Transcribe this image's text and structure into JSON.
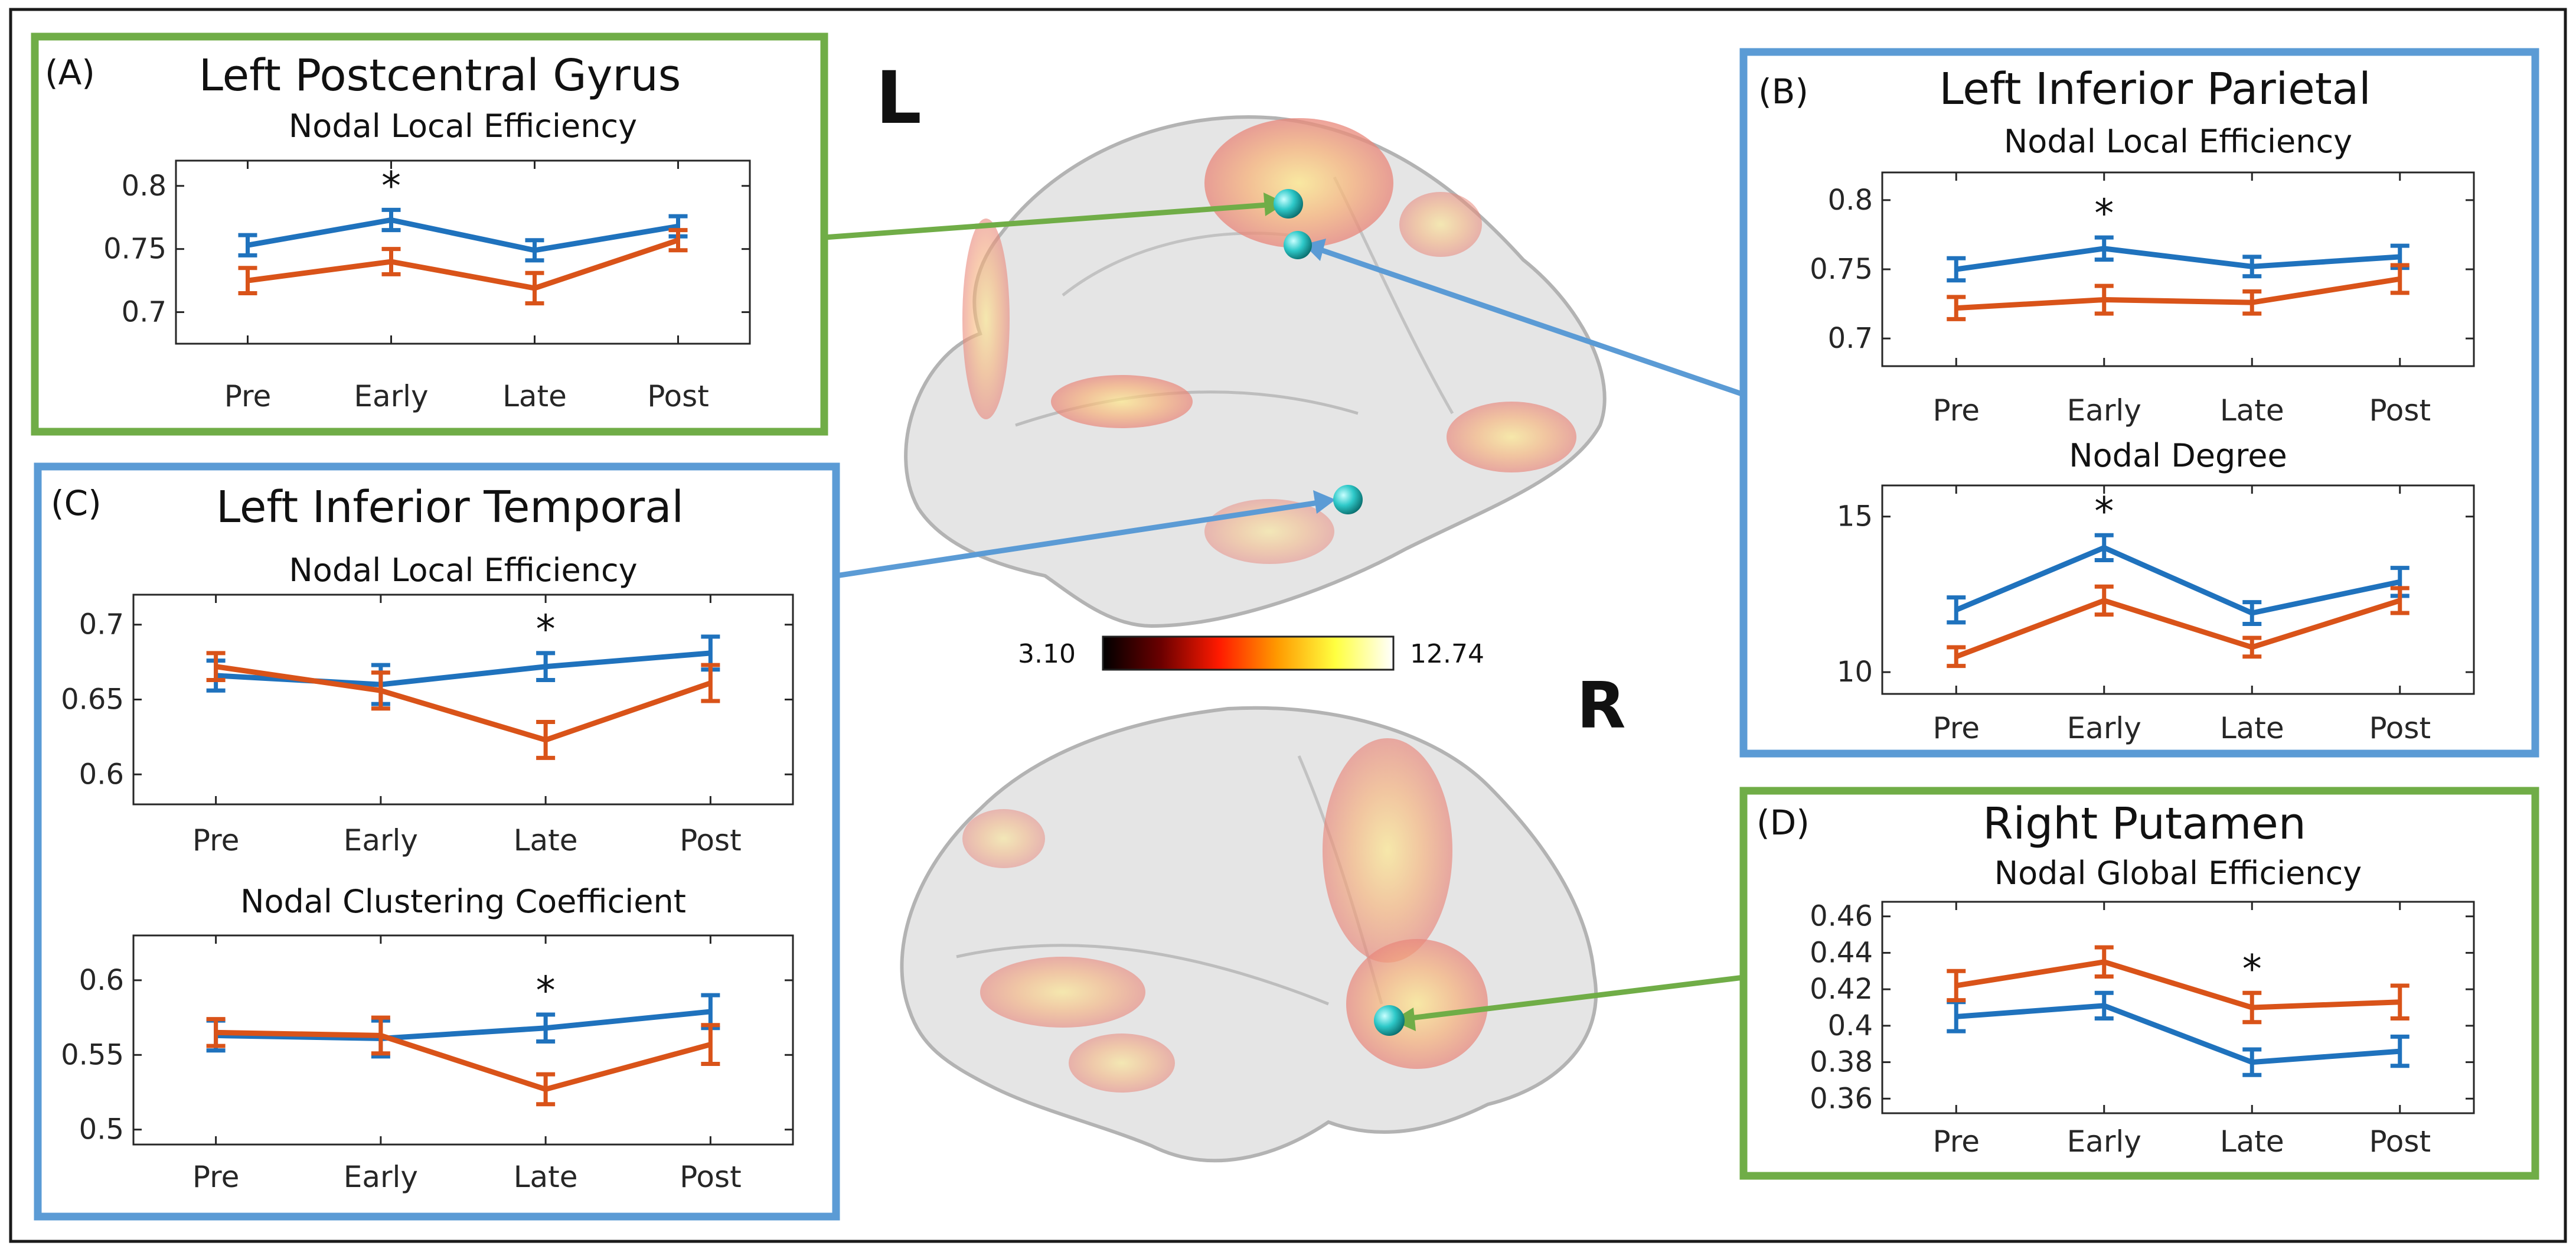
{
  "figure": {
    "hemi_left": "L",
    "hemi_right": "R",
    "colorbar": {
      "min_label": "3.10",
      "max_label": "12.74",
      "colormap": [
        "#000000",
        "#6b0000",
        "#ff1a00",
        "#ff9a00",
        "#ffff40",
        "#ffffff"
      ]
    }
  },
  "colors": {
    "blue": "#1f72bd",
    "orange": "#d95319",
    "green_box": "#70ad47",
    "blue_box": "#5b9bd5",
    "node": "#2ec9c9"
  },
  "chart_data": [
    {
      "panel": "(A)",
      "region": "Left Postcentral Gyrus",
      "title": "Nodal Local Efficiency",
      "type": "line",
      "categories": [
        "Pre",
        "Early",
        "Late",
        "Post"
      ],
      "ylim": [
        0.675,
        0.82
      ],
      "yticks": [
        0.7,
        0.75,
        0.8
      ],
      "ytick_labels": [
        "0.7",
        "0.75",
        "0.8"
      ],
      "significant": [
        "Early"
      ],
      "series": [
        {
          "color": "blue",
          "values": [
            0.753,
            0.773,
            0.749,
            0.768
          ],
          "errors": [
            0.008,
            0.008,
            0.008,
            0.008
          ]
        },
        {
          "color": "orange",
          "values": [
            0.725,
            0.74,
            0.719,
            0.757
          ],
          "errors": [
            0.01,
            0.01,
            0.012,
            0.008
          ]
        }
      ]
    },
    {
      "panel": "(B)",
      "region": "Left Inferior Parietal",
      "title": "Nodal Local Efficiency",
      "type": "line",
      "categories": [
        "Pre",
        "Early",
        "Late",
        "Post"
      ],
      "ylim": [
        0.68,
        0.82
      ],
      "yticks": [
        0.7,
        0.75,
        0.8
      ],
      "ytick_labels": [
        "0.7",
        "0.75",
        "0.8"
      ],
      "significant": [
        "Early"
      ],
      "series": [
        {
          "color": "blue",
          "values": [
            0.75,
            0.765,
            0.752,
            0.759
          ],
          "errors": [
            0.008,
            0.008,
            0.007,
            0.008
          ]
        },
        {
          "color": "orange",
          "values": [
            0.722,
            0.728,
            0.726,
            0.743
          ],
          "errors": [
            0.008,
            0.01,
            0.008,
            0.01
          ]
        }
      ]
    },
    {
      "title": "Nodal Degree",
      "type": "line",
      "categories": [
        "Pre",
        "Early",
        "Late",
        "Post"
      ],
      "ylim": [
        9.3,
        16.0
      ],
      "yticks": [
        10,
        15
      ],
      "ytick_labels": [
        "10",
        "15"
      ],
      "significant": [
        "Early"
      ],
      "series": [
        {
          "color": "blue",
          "values": [
            12.0,
            14.0,
            11.9,
            12.9
          ],
          "errors": [
            0.4,
            0.4,
            0.35,
            0.45
          ]
        },
        {
          "color": "orange",
          "values": [
            10.5,
            12.3,
            10.8,
            12.3
          ],
          "errors": [
            0.3,
            0.45,
            0.3,
            0.4
          ]
        }
      ]
    },
    {
      "panel": "(C)",
      "region": "Left Inferior Temporal",
      "title": "Nodal Local Efficiency",
      "type": "line",
      "categories": [
        "Pre",
        "Early",
        "Late",
        "Post"
      ],
      "ylim": [
        0.58,
        0.72
      ],
      "yticks": [
        0.6,
        0.65,
        0.7
      ],
      "ytick_labels": [
        "0.6",
        "0.65",
        "0.7"
      ],
      "significant": [
        "Late"
      ],
      "series": [
        {
          "color": "blue",
          "values": [
            0.666,
            0.66,
            0.672,
            0.681
          ],
          "errors": [
            0.01,
            0.013,
            0.009,
            0.011
          ]
        },
        {
          "color": "orange",
          "values": [
            0.672,
            0.656,
            0.623,
            0.661
          ],
          "errors": [
            0.009,
            0.012,
            0.012,
            0.012
          ]
        }
      ]
    },
    {
      "title": "Nodal Clustering Coefficient",
      "type": "line",
      "categories": [
        "Pre",
        "Early",
        "Late",
        "Post"
      ],
      "ylim": [
        0.49,
        0.63
      ],
      "yticks": [
        0.5,
        0.55,
        0.6
      ],
      "ytick_labels": [
        "0.5",
        "0.55",
        "0.6"
      ],
      "significant": [
        "Late"
      ],
      "series": [
        {
          "color": "blue",
          "values": [
            0.563,
            0.561,
            0.568,
            0.579
          ],
          "errors": [
            0.01,
            0.012,
            0.009,
            0.011
          ]
        },
        {
          "color": "orange",
          "values": [
            0.565,
            0.563,
            0.527,
            0.557
          ],
          "errors": [
            0.009,
            0.012,
            0.01,
            0.013
          ]
        }
      ]
    },
    {
      "panel": "(D)",
      "region": "Right Putamen",
      "title": "Nodal Global Efficiency",
      "type": "line",
      "categories": [
        "Pre",
        "Early",
        "Late",
        "Post"
      ],
      "ylim": [
        0.352,
        0.468
      ],
      "yticks": [
        0.36,
        0.38,
        0.4,
        0.42,
        0.44,
        0.46
      ],
      "ytick_labels": [
        "0.36",
        "0.38",
        "0.4",
        "0.42",
        "0.44",
        "0.46"
      ],
      "significant": [
        "Late"
      ],
      "series": [
        {
          "color": "blue",
          "values": [
            0.405,
            0.411,
            0.38,
            0.386
          ],
          "errors": [
            0.008,
            0.007,
            0.007,
            0.008
          ]
        },
        {
          "color": "orange",
          "values": [
            0.422,
            0.435,
            0.41,
            0.413
          ],
          "errors": [
            0.008,
            0.008,
            0.008,
            0.009
          ]
        }
      ]
    }
  ]
}
